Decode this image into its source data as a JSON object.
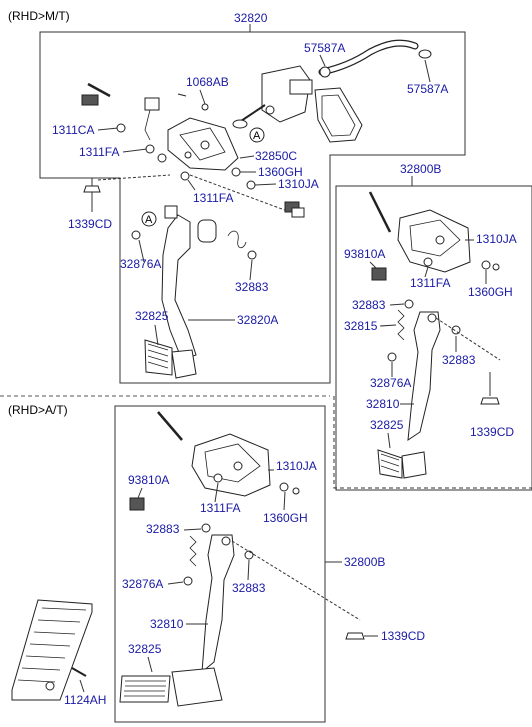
{
  "sections": {
    "mt_title": "(RHD>M/T)",
    "at_title": "(RHD>A/T)"
  },
  "labels": {
    "mt": {
      "p32820": "32820",
      "p57587a_top": "57587A",
      "p57587a_right": "57587A",
      "p1068ab": "1068AB",
      "p1311ca": "1311CA",
      "p1311fa_left": "1311FA",
      "p32850c": "32850C",
      "p1360gh": "1360GH",
      "p1310ja": "1310JA",
      "p1311fa_mid": "1311FA",
      "p1339cd": "1339CD",
      "p32876a": "32876A",
      "p32883": "32883",
      "p32825": "32825",
      "p32820a": "32820A"
    },
    "mt_sub": {
      "p32800b": "32800B",
      "p93810a": "93810A",
      "p1310ja": "1310JA",
      "p1311fa": "1311FA",
      "p1360gh": "1360GH",
      "p32883_a": "32883",
      "p32815": "32815",
      "p32883_b": "32883",
      "p32876a": "32876A",
      "p32810": "32810",
      "p32825": "32825",
      "p1339cd": "1339CD"
    },
    "at": {
      "p1310ja": "1310JA",
      "p93810a": "93810A",
      "p1311fa": "1311FA",
      "p1360gh": "1360GH",
      "p32883_a": "32883",
      "p32800b": "32800B",
      "p32876a": "32876A",
      "p32883_b": "32883",
      "p32810": "32810",
      "p1339cd": "1339CD",
      "p32825": "32825",
      "p1124ah": "1124AH"
    }
  },
  "callouts": {
    "a1": "A",
    "a2": "A"
  },
  "colors": {
    "label": "#1a1aa6",
    "line": "#222222",
    "background": "#ffffff"
  }
}
